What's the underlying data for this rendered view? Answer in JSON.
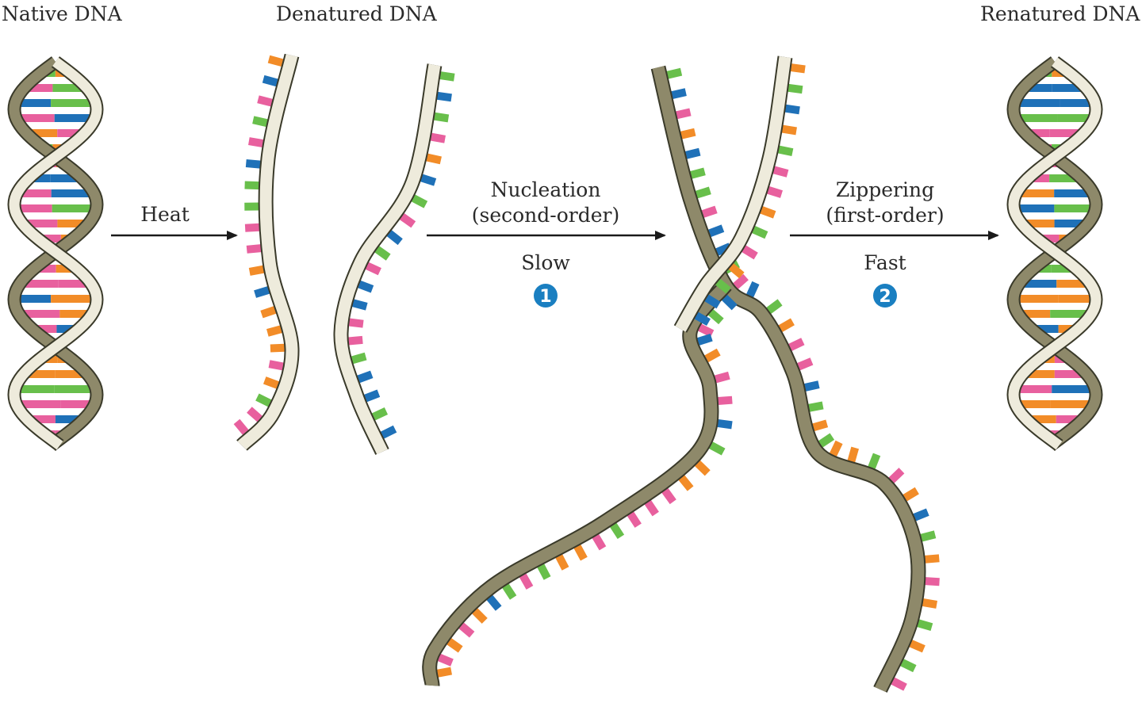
{
  "colors": {
    "strand_light": "#eeebdc",
    "strand_dark": "#8e896a",
    "strand_outline": "#3a3a2a",
    "badge": "#1a7fc1",
    "arrow": "#1a1a1a",
    "base_orange": "#f28c28",
    "base_pink": "#e8609e",
    "base_green": "#68bf4b",
    "base_blue": "#1f71b8"
  },
  "stages": {
    "native": "Native DNA",
    "denatured": "Denatured DNA",
    "renatured": "Renatured DNA"
  },
  "steps": [
    {
      "process": "Heat"
    },
    {
      "process": "Nucleation",
      "order": "(second-order)",
      "rate": "Slow",
      "number": "1"
    },
    {
      "process": "Zippering",
      "order": "(first-order)",
      "rate": "Fast",
      "number": "2"
    }
  ],
  "icons": [
    "double-helix-icon",
    "single-strand-icon",
    "arrow-right-icon",
    "step-badge-icon"
  ]
}
